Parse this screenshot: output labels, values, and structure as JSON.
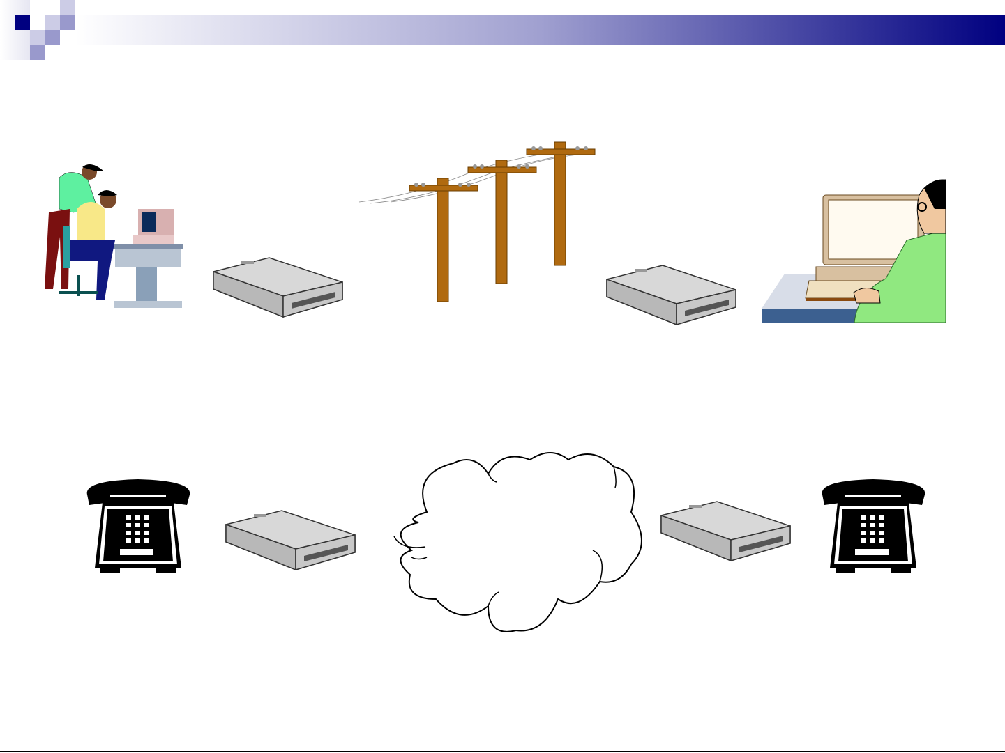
{
  "theme": {
    "accent_dark": "#000080",
    "accent_medium": "#9999cc",
    "accent_light": "#ccccE6",
    "pole_color": "#b06a10"
  },
  "diagram": {
    "top_row": [
      "people-at-computer",
      "modem",
      "telephone-poles",
      "modem",
      "man-at-computer"
    ],
    "bottom_row": [
      "telephone",
      "modem",
      "network-cloud",
      "modem",
      "telephone"
    ]
  }
}
